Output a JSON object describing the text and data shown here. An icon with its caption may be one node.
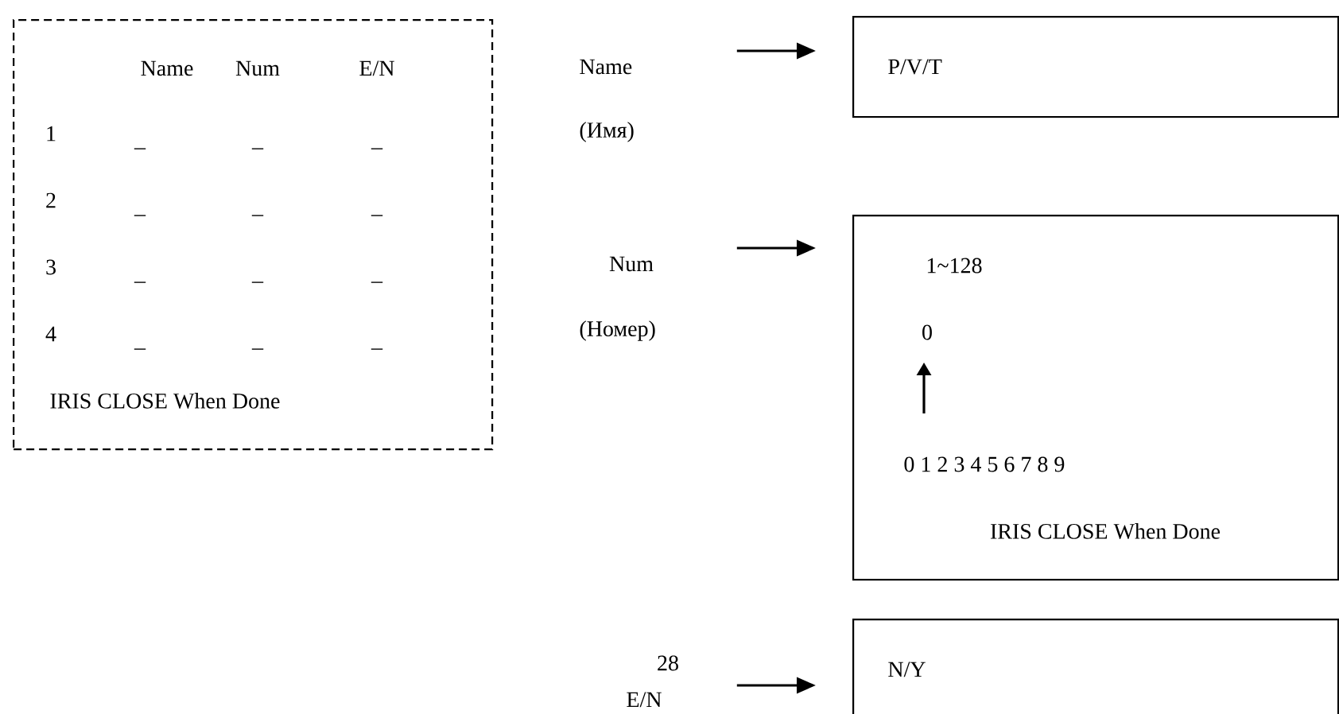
{
  "diagram": {
    "nodes": [
      {
        "text": [
          "Name",
          "Num",
          "E/N",
          "1",
          "_",
          "_",
          "_",
          "2",
          "_",
          "_",
          "_",
          "3",
          "_",
          "_",
          "_",
          "4",
          "_",
          "_",
          "_",
          "IRIS CLOSE When Done"
        ]
      },
      {
        "text": [
          "Name",
          "(Имя)"
        ]
      },
      {
        "text": [
          "P/V/T"
        ]
      },
      {
        "text": [
          "Num",
          "(Номер)"
        ]
      },
      {
        "text": [
          "1~128",
          "0",
          "0 1 2 3 4 5 6 7 8 9",
          "IRIS CLOSE When Done"
        ]
      },
      {
        "text": [
          "E/N"
        ]
      },
      {
        "text": [
          "N/Y"
        ]
      }
    ],
    "edges": [
      {
        "from": 1,
        "to": 2,
        "arrow": "to"
      },
      {
        "from": 3,
        "to": 4,
        "arrow": "to"
      },
      {
        "from": 5,
        "to": 6,
        "arrow": "to"
      }
    ],
    "labels": [
      "28"
    ]
  }
}
